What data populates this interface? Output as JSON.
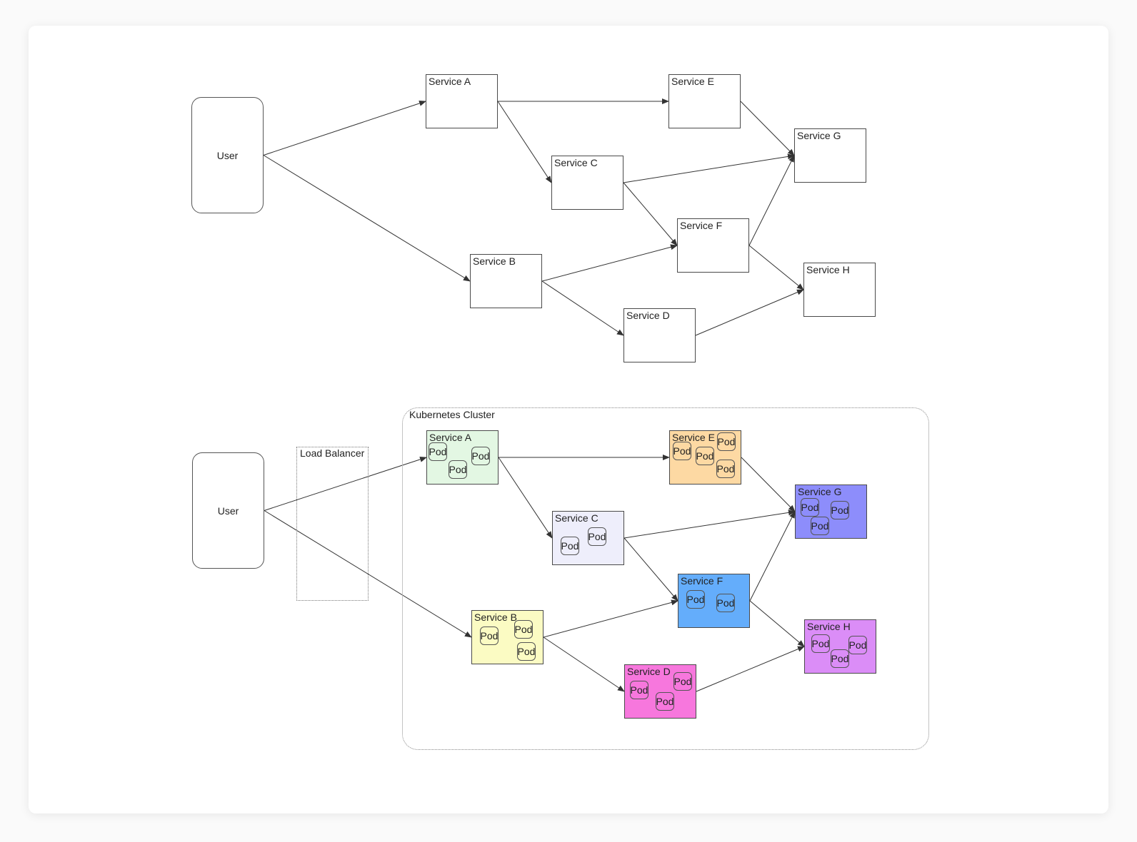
{
  "diagram_top": {
    "user_label": "User",
    "services": {
      "a": "Service A",
      "b": "Service B",
      "c": "Service C",
      "d": "Service D",
      "e": "Service E",
      "f": "Service F",
      "g": "Service G",
      "h": "Service H"
    }
  },
  "diagram_bottom": {
    "user_label": "User",
    "load_balancer_label": "Load Balancer",
    "cluster_label": "Kubernetes Cluster",
    "pod_label": "Pod",
    "services": {
      "a": {
        "label": "Service A",
        "color": "#e3f7e3"
      },
      "b": {
        "label": "Service B",
        "color": "#fbfbc3"
      },
      "c": {
        "label": "Service C",
        "color": "#eeeefb"
      },
      "d": {
        "label": "Service D",
        "color": "#f777dd"
      },
      "e": {
        "label": "Service E",
        "color": "#fdd9a3"
      },
      "f": {
        "label": "Service F",
        "color": "#64adfb"
      },
      "g": {
        "label": "Service G",
        "color": "#8d8dfb"
      },
      "h": {
        "label": "Service H",
        "color": "#db8df7"
      }
    }
  },
  "edges": [
    [
      "user",
      "a"
    ],
    [
      "user",
      "b"
    ],
    [
      "a",
      "e"
    ],
    [
      "a",
      "c"
    ],
    [
      "c",
      "g"
    ],
    [
      "c",
      "f"
    ],
    [
      "e",
      "g"
    ],
    [
      "b",
      "f"
    ],
    [
      "b",
      "d"
    ],
    [
      "f",
      "g"
    ],
    [
      "f",
      "h"
    ],
    [
      "d",
      "h"
    ]
  ],
  "colors": {
    "line": "#333333",
    "box_border": "#4a4a4a"
  }
}
